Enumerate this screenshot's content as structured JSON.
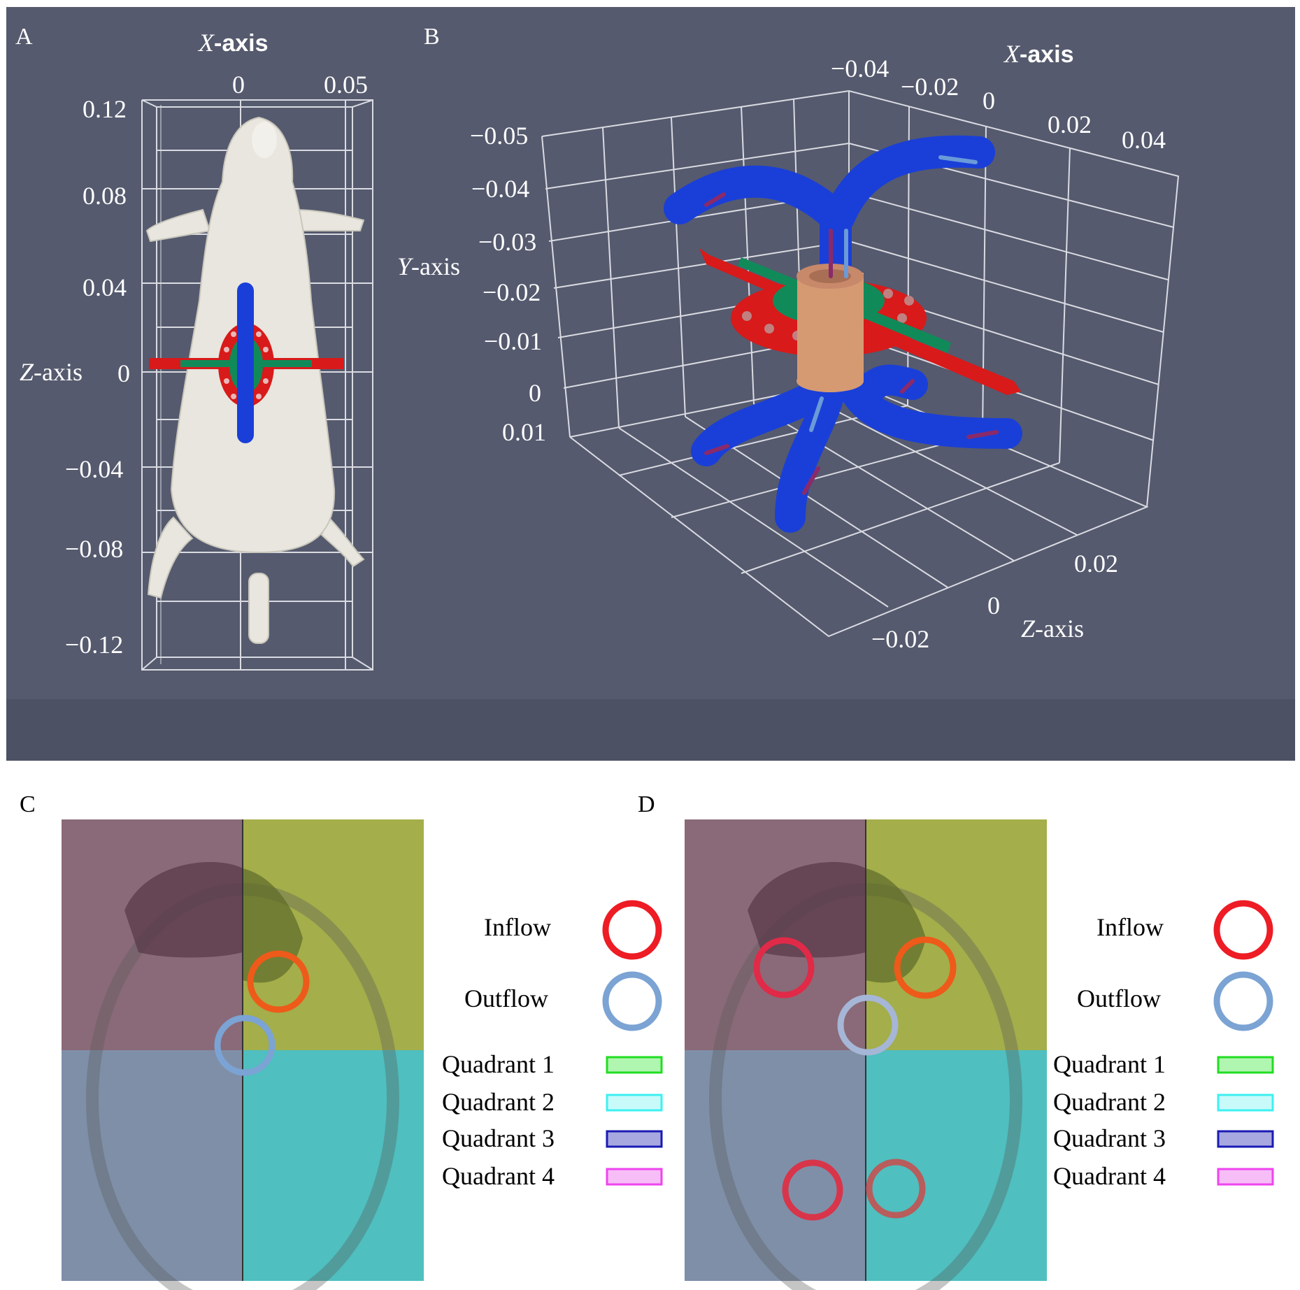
{
  "panels": {
    "a": {
      "letter": "A",
      "x_axis_title": "X",
      "x_axis_title_suffix": "-axis",
      "x_ticks": [
        "0",
        "0.05"
      ],
      "z_axis_title": "Z",
      "z_axis_title_suffix": "-axis",
      "z_ticks": [
        "0.12",
        "0.08",
        "0.04",
        "0",
        "−0.04",
        "−0.08",
        "−0.12"
      ]
    },
    "b": {
      "letter": "B",
      "x_axis_title": "X",
      "x_axis_title_suffix": "-axis",
      "x_ticks": [
        "−0.04",
        "−0.02",
        "0",
        "0.02",
        "0.04"
      ],
      "y_axis_title": "Y",
      "y_axis_title_suffix": "-axis",
      "y_ticks": [
        "−0.05",
        "−0.04",
        "−0.03",
        "−0.02",
        "−0.01",
        "0",
        "0.01"
      ],
      "z_axis_title": "Z",
      "z_axis_title_suffix": "-axis",
      "z_ticks": [
        "0.02",
        "0",
        "−0.02"
      ]
    },
    "c": {
      "letter": "C"
    },
    "d": {
      "letter": "D"
    }
  },
  "legend": {
    "inflow": "Inflow",
    "outflow": "Outflow",
    "quadrants": [
      "Quadrant 1",
      "Quadrant 2",
      "Quadrant 3",
      "Quadrant 4"
    ]
  },
  "colors": {
    "background": "#555a6e",
    "inflow": "#ee1c24",
    "outflow": "#7ba3d4",
    "quadrant1": "#22dd22",
    "quadrant2": "#3ef0f0",
    "quadrant3": "#1a1ab4",
    "quadrant4": "#ee44ee",
    "vessel": "#1a3fd8",
    "plate_red": "#d81a1a",
    "plate_green": "#118a5a",
    "cannula": "#d59a72",
    "rat_body": "#e8e6de"
  },
  "icons": {
    "rat": "rat-model-icon",
    "device": "cannula-device-icon"
  }
}
